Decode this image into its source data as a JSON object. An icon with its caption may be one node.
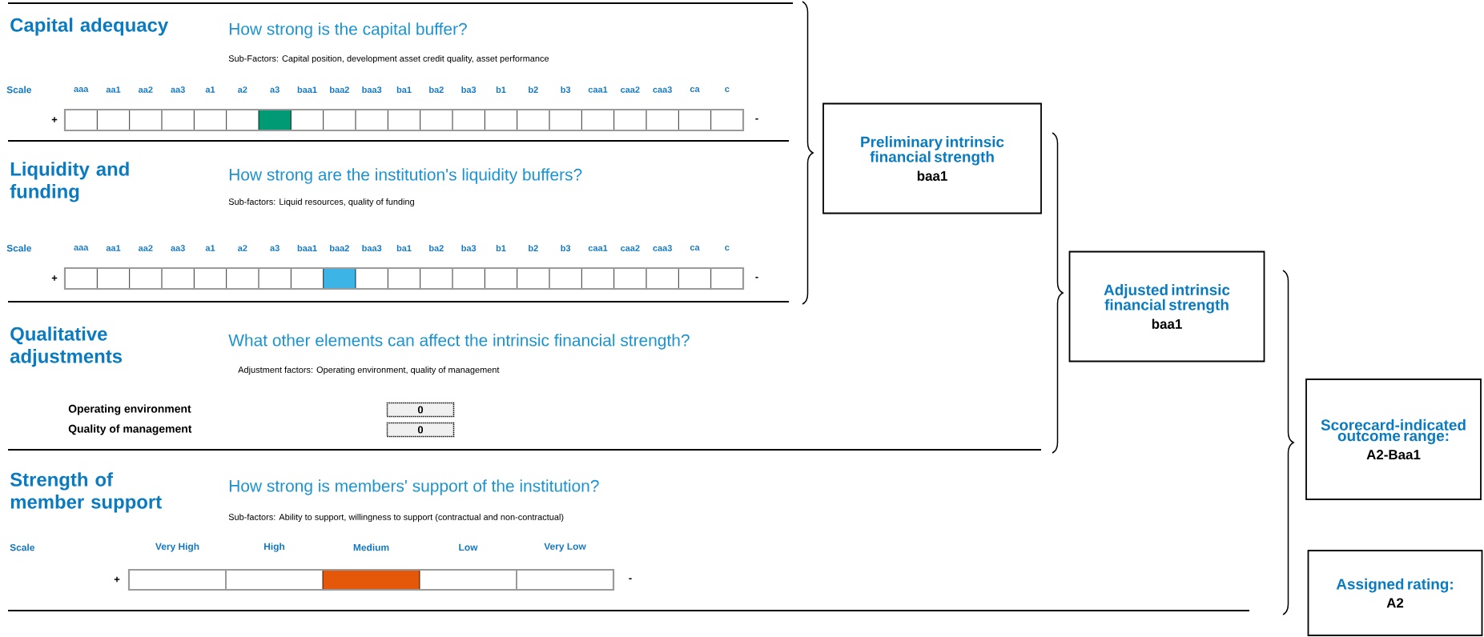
{
  "diagram": {
    "nodes": [
      {
        "text": [
          "Preliminary intrinsic financial strength",
          "baa1"
        ]
      },
      {
        "text": [
          "Adjusted intrinsic financial strength",
          "baa1"
        ]
      },
      {
        "text": [
          "Scorecard-indicated outcome range:",
          "A2-Baa1"
        ]
      },
      {
        "text": [
          "Assigned rating:",
          "A2"
        ]
      }
    ],
    "labels": [
      "Capital adequacy",
      "How strong is the capital buffer?",
      "Sub-Factors: Capital position, development asset credit quality, asset performance",
      "Scale",
      "aaa",
      "aa1",
      "aa2",
      "aa3",
      "a1",
      "a2",
      "a3",
      "baa1",
      "baa2",
      "baa3",
      "ba1",
      "ba2",
      "ba3",
      "b1",
      "b2",
      "b3",
      "caa1",
      "caa2",
      "caa3",
      "ca",
      "c",
      "+",
      "-",
      "Liquidity and funding",
      "How strong are the institution's liquidity buffers?",
      "Sub-factors: Liquid resources, quality of funding",
      "Scale",
      "aaa",
      "aa1",
      "aa2",
      "aa3",
      "a1",
      "a2",
      "a3",
      "baa1",
      "baa2",
      "baa3",
      "ba1",
      "ba2",
      "ba3",
      "b1",
      "b2",
      "b3",
      "caa1",
      "caa2",
      "caa3",
      "ca",
      "c",
      "+",
      "-",
      "Qualitative adjustments",
      "What other elements can affect the intrinsic financial strength?",
      "Adjustment factors: Operating environment, quality of management",
      "Operating environment",
      "0",
      "Quality of management",
      "0",
      "Strength of member support",
      "How strong is members' support of the institution?",
      "Sub-factors: Ability to support, willingness to support (contractual and non-contractual)",
      "Scale",
      "Very High",
      "High",
      "Medium",
      "Low",
      "Very Low",
      "+",
      "-"
    ]
  }
}
